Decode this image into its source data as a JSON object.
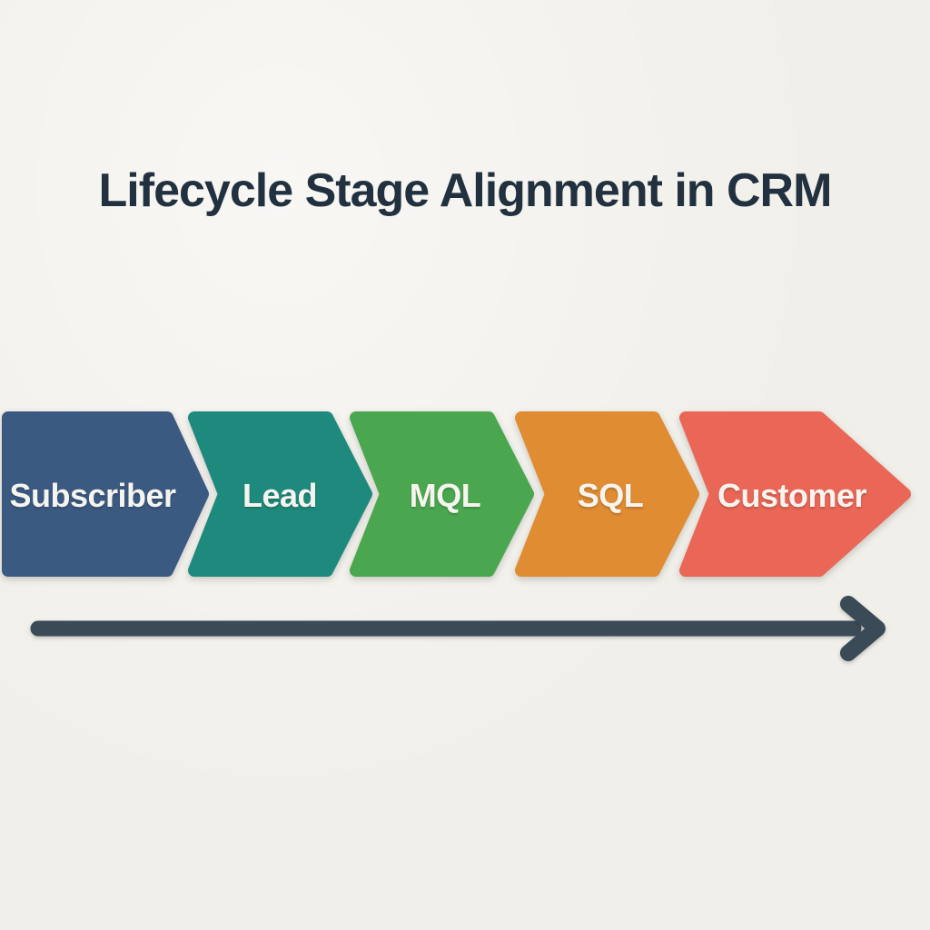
{
  "title": "Lifecycle Stage Alignment in CRM",
  "colors": {
    "background": "#F1EFE9",
    "title_text": "#22313F",
    "stage_label_text": "#F6F4EF",
    "arrow": "#3A4A57"
  },
  "stages": [
    {
      "label": "Subscriber",
      "color": "#3B5A82"
    },
    {
      "label": "Lead",
      "color": "#1E8A7D"
    },
    {
      "label": "MQL",
      "color": "#4BA74F"
    },
    {
      "label": "SQL",
      "color": "#DF8C33"
    },
    {
      "label": "Customer",
      "color": "#EA6757"
    }
  ],
  "arrow": {
    "direction": "right"
  }
}
